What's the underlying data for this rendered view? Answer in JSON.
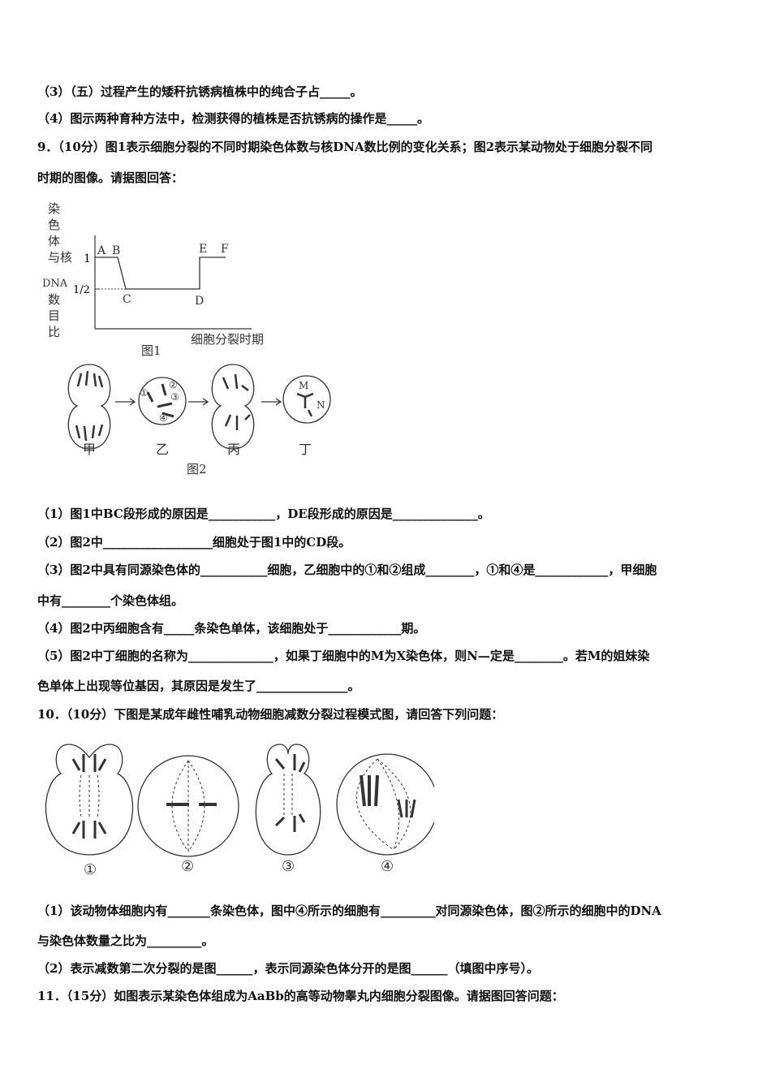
{
  "lines": [
    "（3）（五）过程产生的矮秆抗锈病植株中的纯合子占_____。",
    "（4）图示两种育种方法中，检测获得的植株是否抗锈病的操作是_____。",
    "9．（10分）图1表示细胞分裂的不同时期染色体数与核DNA数比例的变化关系；图2表示某动物处于细胞分裂不同",
    "时期的图像。请据图回答：",
    "（1）图1中BC段形成的原因是___________，DE段形成的原因是______________。",
    "（2）图2中__________________细胞处于图1中的CD段。",
    "（3）图2中具有同源染色体的___________细胞，乙细胞中的①和②组成________，①和④是____________，甲细胞",
    "中有________个染色体组。",
    "（4）图2中丙细胞含有_____条染色单体，该细胞处于____________期。",
    "（5）图2中丁细胞的名称为______________，如果丁细胞中的M为X染色体，则N—定是________。若M的姐妹染",
    "色单体上出现等位基因，其原因是发生了_______________。",
    "10．（10分）下图是某成年雌性哺乳动物细胞减数分裂过程模式图，请回答下列问题：",
    "（1）该动物体细胞内有_______条染色体，图中④所示的细胞有_________对同源染色体，图②所示的细胞中的DNA",
    "与染色体数量之比为_________。",
    "（2）表示减数第二次分裂的是图______，表示同源染色体分开的是图______（填图中序号）。",
    "11．（15分）如图表示某染色体组成为AaBb的高等动物睾丸内细胞分裂图像。请据图回答问题："
  ],
  "fig1": {
    "ylabel": "染色体与核DNA数目比",
    "xlabel": "细胞分裂时期",
    "caption": "图1",
    "y_ticks": [
      "1",
      "1/2"
    ],
    "points": [
      "A",
      "B",
      "C",
      "D",
      "E",
      "F"
    ]
  },
  "fig2": {
    "caption": "图2",
    "cells": [
      "甲",
      "乙",
      "丙",
      "丁"
    ],
    "marks": [
      "①",
      "②",
      "③",
      "④",
      "M",
      "N"
    ]
  },
  "fig3": {
    "cells": [
      "①",
      "②",
      "③",
      "④"
    ]
  }
}
